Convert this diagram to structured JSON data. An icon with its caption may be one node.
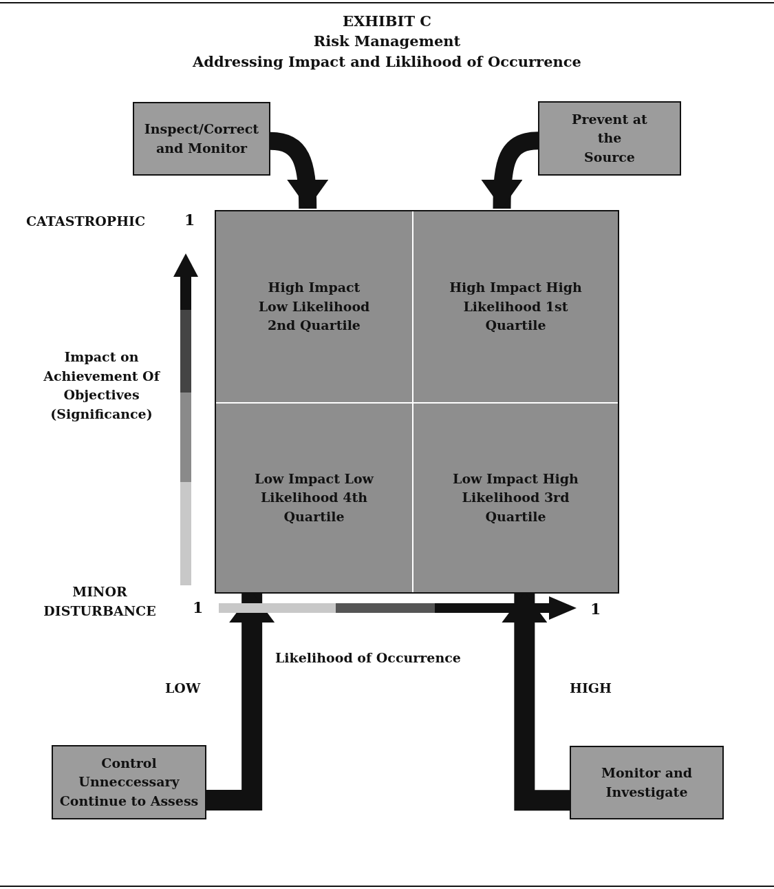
{
  "diagram": {
    "title": "EXHIBIT C",
    "nodes": [
      {
        "text": [
          "Inspect/Correct and Monitor"
        ]
      },
      {
        "text": [
          "Prevent at the Source"
        ]
      },
      {
        "text": [],
        "shape": "box"
      },
      {
        "text": [
          "High Impact Low Likelihood 2nd Quartile"
        ],
        "in": 2
      },
      {
        "text": [
          "High Impact High Likelihood 1st Quartile"
        ],
        "in": 2
      },
      {
        "text": [
          "Low Impact Low Likelihood 4th Quartile"
        ],
        "in": 2
      },
      {
        "text": [
          "Low Impact High Likelihood 3rd Quartile"
        ],
        "in": 2
      },
      {
        "text": [
          "Control Unneccessary Continue to Assess"
        ]
      },
      {
        "text": [
          "Monitor and Investigate"
        ]
      }
    ],
    "edges": [
      {
        "from": 0,
        "to": 2,
        "arrow": "to"
      },
      {
        "from": 1,
        "to": 2,
        "arrow": "to"
      },
      {
        "from": 7,
        "to": 5,
        "arrow": "to"
      },
      {
        "from": 8,
        "to": 6,
        "arrow": "to"
      }
    ],
    "labels": [
      "Risk Management",
      "Addressing Impact and Liklihood of Occurrence",
      "CATASTROPHIC",
      "1",
      "Impact on Achievement Of Objectives (Significance)",
      "MINOR DISTURBANCE",
      "1",
      "1",
      "Likelihood of Occurrence",
      "LOW",
      "HIGH"
    ]
  }
}
